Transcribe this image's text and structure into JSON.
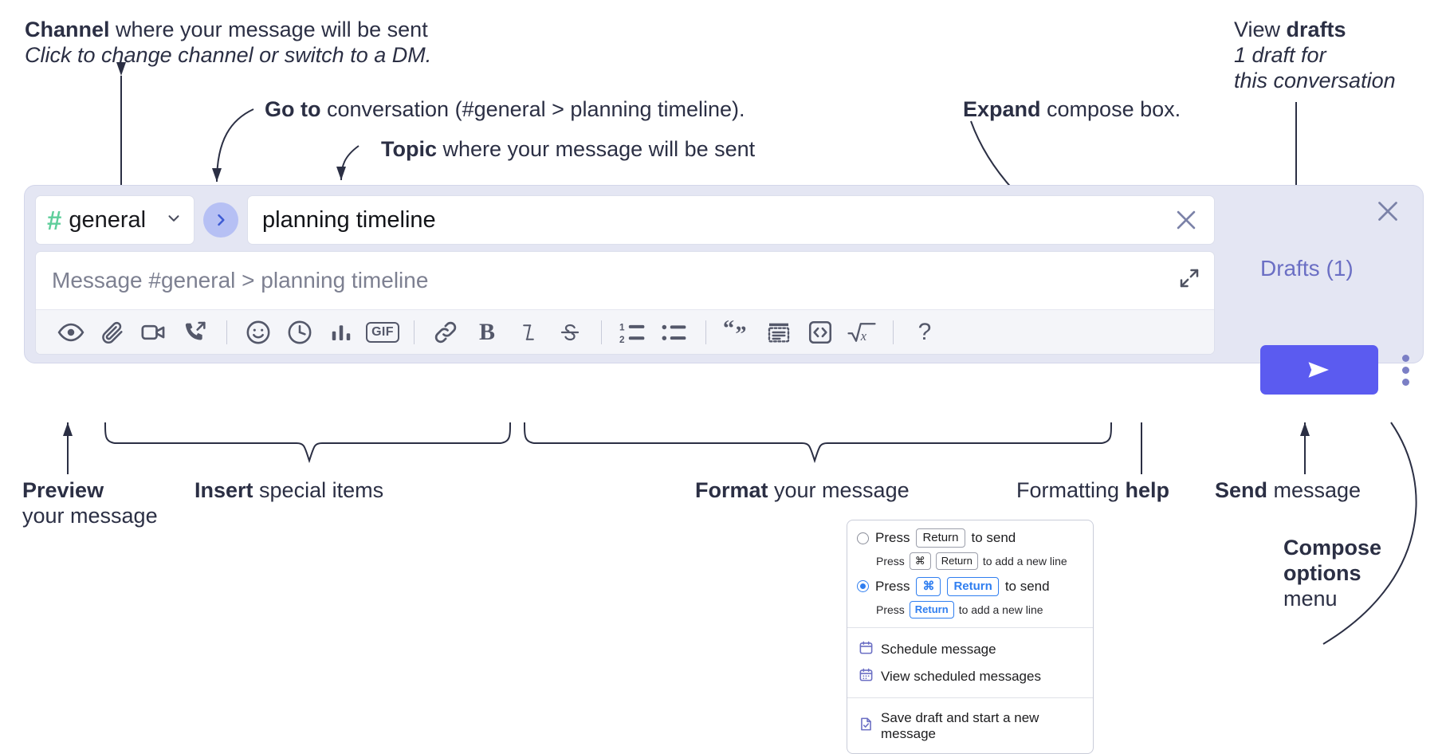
{
  "annotations": {
    "channel": {
      "bold": "Channel",
      "rest": " where your message will be sent",
      "sub": "Click to change channel or switch to a DM."
    },
    "goto": {
      "bold": "Go to",
      "rest": " conversation (#general > planning timeline)."
    },
    "topic": {
      "bold": "Topic",
      "rest": " where your message will be sent"
    },
    "expand": {
      "bold": "Expand",
      "rest": " compose box."
    },
    "view_drafts": {
      "bold_pre": "View ",
      "bold": "drafts",
      "sub_line1": "1 draft for",
      "sub_line2": "this conversation"
    },
    "preview": {
      "bold": "Preview",
      "line2": "your message"
    },
    "insert": {
      "bold": "Insert",
      "rest": " special items"
    },
    "format": {
      "bold": "Format",
      "rest": " your message"
    },
    "formatting_help": {
      "pre": "Formatting ",
      "bold": "help"
    },
    "send": {
      "bold": "Send",
      "rest": " message"
    },
    "compose_options": {
      "line1": "Compose",
      "line2": "options",
      "line3": "menu"
    }
  },
  "compose": {
    "channel_name": "general",
    "channel_hash": "#",
    "go_to_label": "go-to-conversation",
    "topic_value": "planning timeline",
    "message_placeholder": "Message #general > planning timeline",
    "drafts_label": "Drafts (1)",
    "toolbar": [
      {
        "name": "preview-icon",
        "label": "Preview"
      },
      {
        "name": "attachment-icon",
        "label": "Attach file"
      },
      {
        "name": "video-icon",
        "label": "Record video clip"
      },
      {
        "name": "audio-call-icon",
        "label": "Record audio clip"
      },
      {
        "name": "separator",
        "label": ""
      },
      {
        "name": "emoji-icon",
        "label": "Emoji"
      },
      {
        "name": "clock-icon",
        "label": "Schedule"
      },
      {
        "name": "poll-icon",
        "label": "Poll"
      },
      {
        "name": "gif-icon",
        "label": "GIF"
      },
      {
        "name": "separator",
        "label": ""
      },
      {
        "name": "link-icon",
        "label": "Link"
      },
      {
        "name": "bold-icon",
        "label": "B"
      },
      {
        "name": "italic-icon",
        "label": "I"
      },
      {
        "name": "strikethrough-icon",
        "label": "Strikethrough"
      },
      {
        "name": "separator",
        "label": ""
      },
      {
        "name": "ordered-list-icon",
        "label": "Ordered list"
      },
      {
        "name": "bulleted-list-icon",
        "label": "Bulleted list"
      },
      {
        "name": "separator",
        "label": ""
      },
      {
        "name": "blockquote-icon",
        "label": "Blockquote"
      },
      {
        "name": "code-block-icon",
        "label": "Code block"
      },
      {
        "name": "inline-code-icon",
        "label": "Inline code"
      },
      {
        "name": "math-icon",
        "label": "Math"
      },
      {
        "name": "separator",
        "label": ""
      },
      {
        "name": "help-icon",
        "label": "?"
      }
    ]
  },
  "popup": {
    "option1": {
      "pre": "Press",
      "key": "Return",
      "post": "to send"
    },
    "option1_sub": {
      "pre": "Press",
      "key1": "⌘",
      "key2": "Return",
      "post": "to add a new line"
    },
    "option2": {
      "pre": "Press",
      "key1": "⌘",
      "key2": "Return",
      "post": "to send"
    },
    "option2_sub": {
      "pre": "Press",
      "key": "Return",
      "post": "to add a new line"
    },
    "items": [
      {
        "icon": "calendar-icon",
        "label": "Schedule message"
      },
      {
        "icon": "calendar-grid-icon",
        "label": "View scheduled messages"
      },
      {
        "icon": "save-draft-icon",
        "label": "Save draft and start a new message"
      }
    ]
  },
  "colors": {
    "accent_purple": "#5b5bf0",
    "compose_bg": "#e4e6f3",
    "hash_green": "#5fce9b",
    "goto_blue": "#3d5bd4",
    "radio_blue": "#2f7ef0",
    "drafts_text": "#6b6fc4"
  }
}
